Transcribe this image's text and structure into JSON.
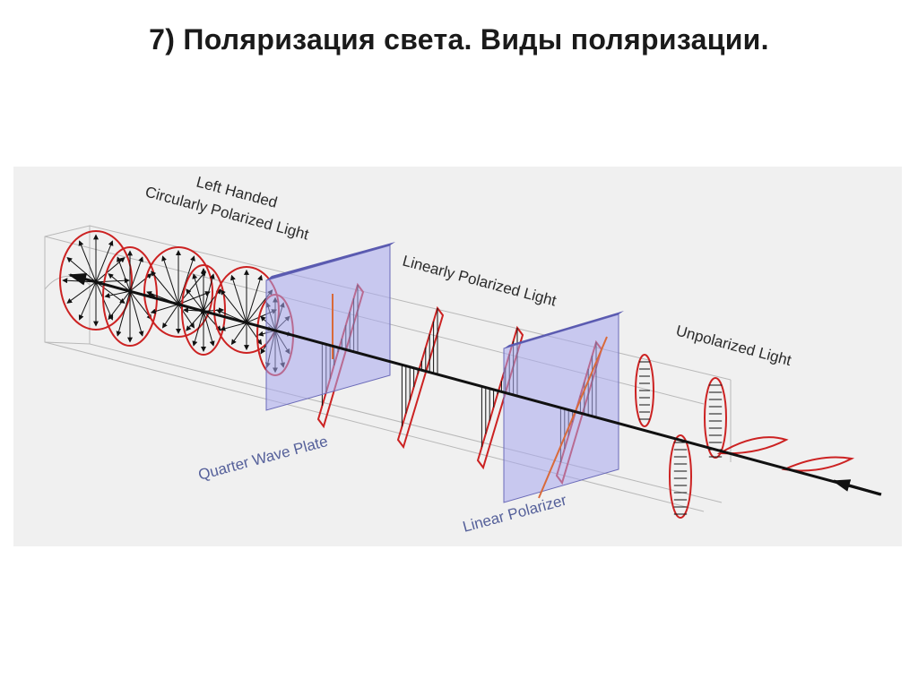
{
  "slide": {
    "title": "7) Поляризация света. Виды поляризации."
  },
  "diagram": {
    "labels": {
      "left_handed_line1": "Left Handed",
      "left_handed_line2": "Circularly Polarized Light",
      "linearly_polarized": "Linearly Polarized Light",
      "unpolarized": "Unpolarized Light",
      "quarter_wave_plate": "Quarter Wave Plate",
      "linear_polarizer": "Linear Polarizer"
    },
    "colors": {
      "wave": "#cc2222",
      "plate_fill": "#a8a8ee",
      "plate_edge": "#6a6ab8",
      "axis": "#111111",
      "label_dark": "#2a2a2a",
      "label_blue": "#55609a",
      "background": "#f0f0f0"
    }
  }
}
